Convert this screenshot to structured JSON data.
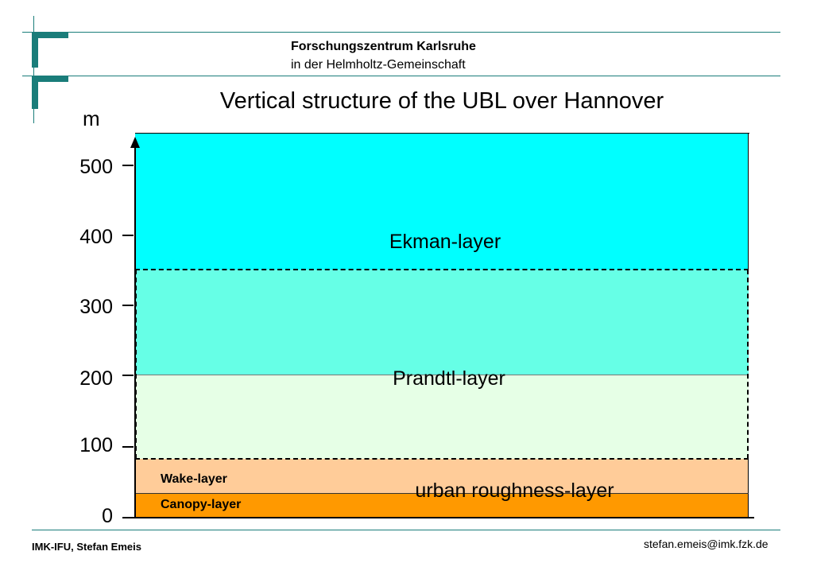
{
  "header": {
    "org_name": "Forschungszentrum Karlsruhe",
    "org_sub": "in der Helmholtz-Gemeinschaft"
  },
  "title": "Vertical structure of the UBL over Hannover",
  "colors": {
    "brand_teal": "#1a7d7a",
    "ekman_layer": "#00ffff",
    "prandtl_upper": "#66ffe6",
    "prandtl_lower": "#e6ffe6",
    "wake_layer": "#ffcc99",
    "canopy_layer": "#ff9900"
  },
  "chart_data": {
    "type": "diagram",
    "y_unit": "m",
    "y_ticks": [
      "0",
      "100",
      "200",
      "300",
      "400",
      "500"
    ],
    "y_range": [
      0,
      545
    ],
    "layers": [
      {
        "name": "Ekman-layer",
        "bottom": 353,
        "top": 545
      },
      {
        "name": "Prandtl-layer",
        "bottom": 83,
        "top": 353
      },
      {
        "name": "urban roughness-layer",
        "bottom": 0,
        "top": 83
      },
      {
        "name": "Wake-layer",
        "bottom": 34,
        "top": 83
      },
      {
        "name": "Canopy-layer",
        "bottom": 0,
        "top": 34
      }
    ]
  },
  "footer": {
    "author": "IMK-IFU, Stefan Emeis",
    "email": "stefan.emeis@imk.fzk.de"
  }
}
